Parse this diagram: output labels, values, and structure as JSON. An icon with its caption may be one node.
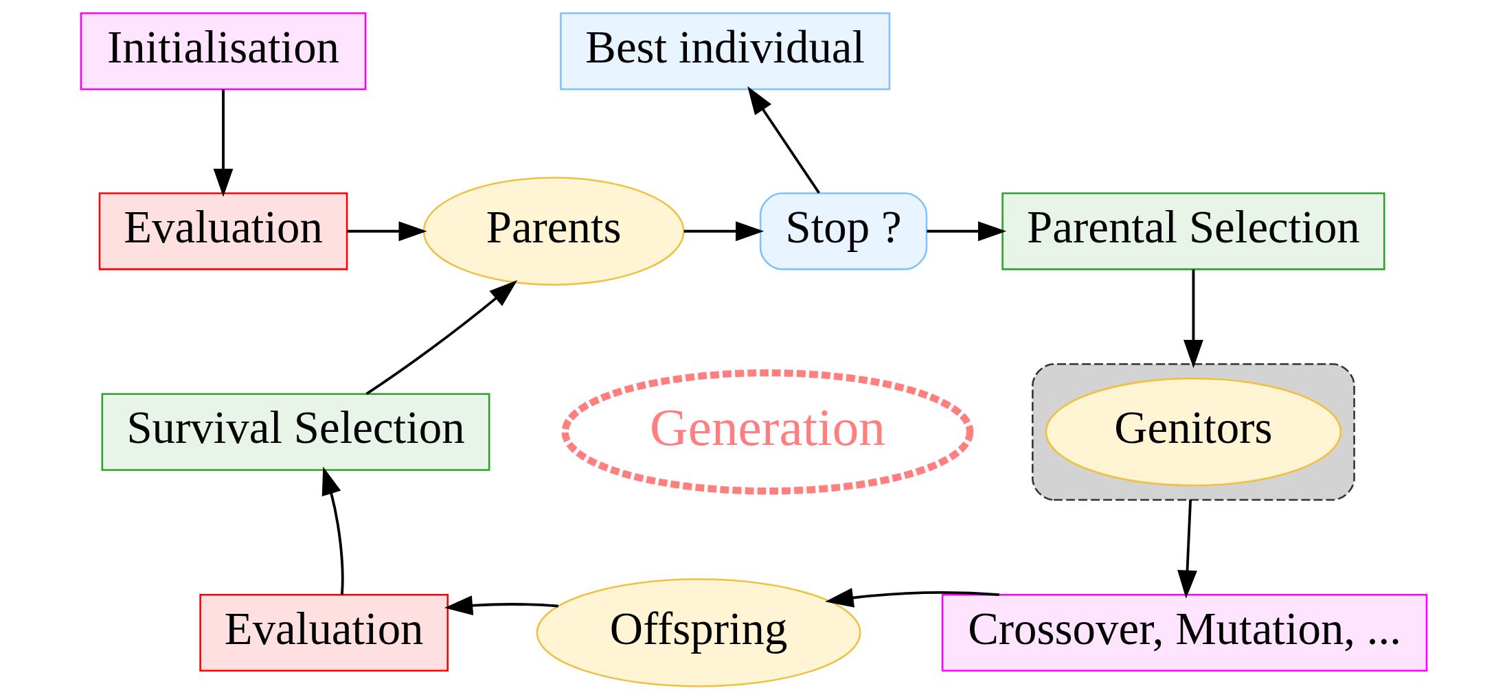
{
  "diagram": {
    "nodes": [
      {
        "text": [
          "Initialisation"
        ]
      },
      {
        "text": [
          "Evaluation"
        ]
      },
      {
        "text": [
          "Parents"
        ]
      },
      {
        "text": [
          "Stop ?"
        ]
      },
      {
        "text": [
          "Best individual"
        ]
      },
      {
        "text": [
          "Parental Selection"
        ]
      },
      {
        "text": [],
        "shape": "box"
      },
      {
        "text": [
          "Genitors"
        ],
        "in": 6
      },
      {
        "text": [
          "Crossover, Mutation, ..."
        ]
      },
      {
        "text": [
          "Offspring"
        ]
      },
      {
        "text": [
          "Evaluation"
        ]
      },
      {
        "text": [
          "Survival Selection"
        ]
      },
      {
        "text": [
          "Generation"
        ]
      }
    ],
    "edges": [
      {
        "from": 0,
        "to": 1,
        "arrow": "to"
      },
      {
        "from": 1,
        "to": 2,
        "arrow": "to"
      },
      {
        "from": 2,
        "to": 3,
        "arrow": "to"
      },
      {
        "from": 3,
        "to": 4,
        "arrow": "to"
      },
      {
        "from": 3,
        "to": 5,
        "arrow": "to"
      },
      {
        "from": 5,
        "to": 6,
        "arrow": "to"
      },
      {
        "from": 6,
        "to": 8,
        "arrow": "to"
      },
      {
        "from": 8,
        "to": 9,
        "arrow": "to"
      },
      {
        "from": 9,
        "to": 10,
        "arrow": "to"
      },
      {
        "from": 10,
        "to": 11,
        "arrow": "to"
      },
      {
        "from": 11,
        "to": 2,
        "arrow": "to"
      }
    ]
  }
}
